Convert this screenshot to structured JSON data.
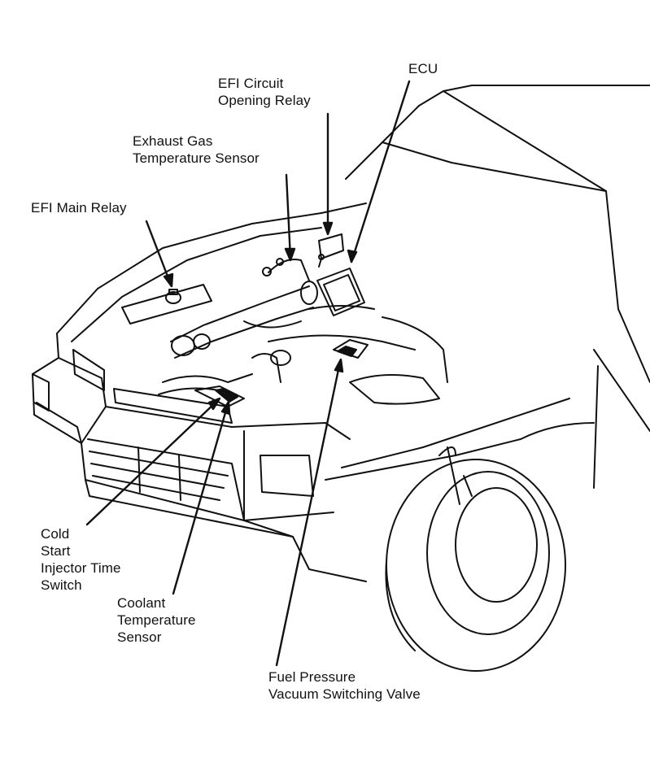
{
  "labels": {
    "ecu": [
      "ECU"
    ],
    "efi_circuit_opening_relay": [
      "EFI Circuit",
      "Opening Relay"
    ],
    "exhaust_gas_temperature_sensor": [
      "Exhaust Gas",
      "Temperature Sensor"
    ],
    "efi_main_relay": [
      "EFI Main Relay"
    ],
    "cold_start_injector_time_switch": [
      "Cold",
      "Start",
      "Injector Time",
      "Switch"
    ],
    "coolant_temperature_sensor": [
      "Coolant",
      "Temperature",
      "Sensor"
    ],
    "fuel_pressure_vacuum_switching_valve": [
      "Fuel Pressure",
      "Vacuum Switching Valve"
    ]
  },
  "colors": {
    "ink": "#111111",
    "paper": "#ffffff"
  }
}
